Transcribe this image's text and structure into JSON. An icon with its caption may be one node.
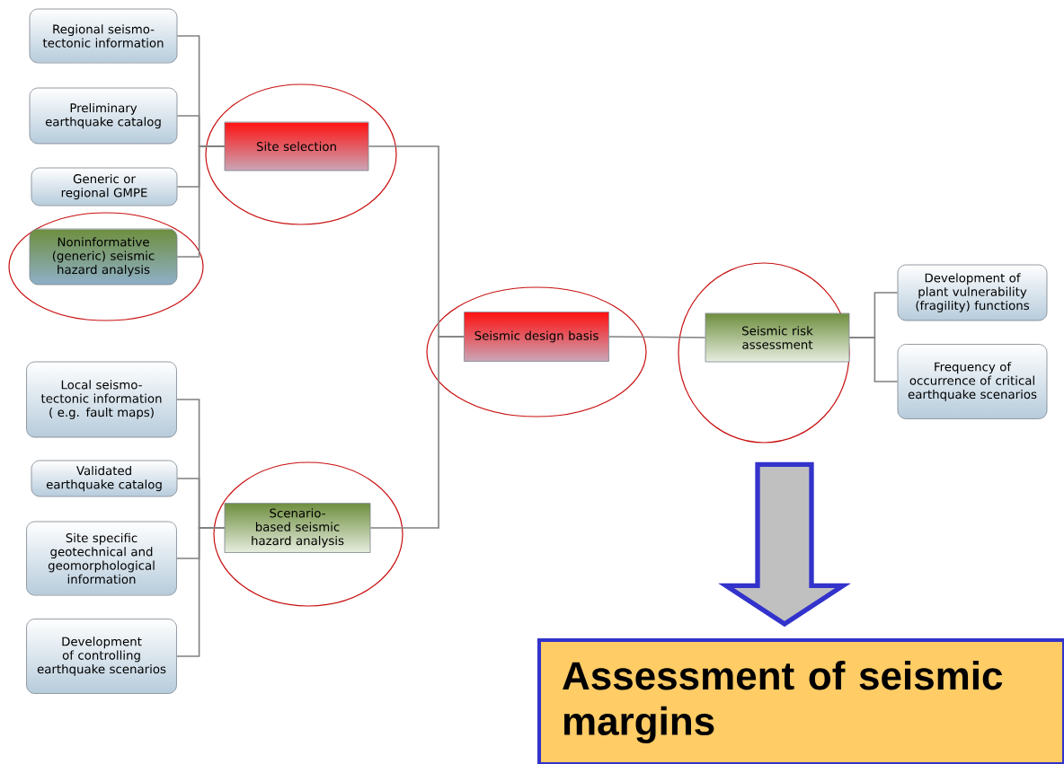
{
  "diagram": {
    "nodes": [
      {
        "text": [
          "Regional seismo-tectonic information"
        ]
      },
      {
        "text": [
          "Preliminary earthquake catalog"
        ]
      },
      {
        "text": [
          "Generic or regional GMPE"
        ]
      },
      {
        "text": [
          "Noninformative (generic) seismic hazard analysis"
        ]
      },
      {
        "text": [
          "Site selection"
        ]
      },
      {
        "text": [
          "Local seismo-tectonic information ( e.g. fault maps)"
        ]
      },
      {
        "text": [
          "Validated earthquake catalog"
        ]
      },
      {
        "text": [
          "Site specific geotechnical and geomorphological information"
        ]
      },
      {
        "text": [
          "Development of controlling earthquake scenarios"
        ]
      },
      {
        "text": [
          "Scenario-based seismic hazard analysis"
        ]
      },
      {
        "text": [
          "Seismic design basis"
        ]
      },
      {
        "text": [
          "Seismic risk assessment"
        ]
      },
      {
        "text": [
          "Development of plant vulnerability (fragility) functions"
        ]
      },
      {
        "text": [
          "Frequency of occurrence of critical earthquake scenarios"
        ]
      },
      {
        "text": [
          "Assessment of seismic margins"
        ]
      }
    ],
    "edges": [
      {
        "from": 0,
        "to": 4,
        "arrow": "none"
      },
      {
        "from": 1,
        "to": 4,
        "arrow": "none"
      },
      {
        "from": 2,
        "to": 4,
        "arrow": "none"
      },
      {
        "from": 3,
        "to": 4,
        "arrow": "none"
      },
      {
        "from": 5,
        "to": 9,
        "arrow": "none"
      },
      {
        "from": 6,
        "to": 9,
        "arrow": "none"
      },
      {
        "from": 7,
        "to": 9,
        "arrow": "none"
      },
      {
        "from": 8,
        "to": 9,
        "arrow": "none"
      },
      {
        "from": 4,
        "to": 10,
        "arrow": "none"
      },
      {
        "from": 9,
        "to": 10,
        "arrow": "none"
      },
      {
        "from": 10,
        "to": 11,
        "arrow": "none"
      },
      {
        "from": 11,
        "to": 12,
        "arrow": "none"
      },
      {
        "from": 11,
        "to": 13,
        "arrow": "none"
      },
      {
        "from": 11,
        "to": 14,
        "arrow": "to",
        "style": "thick",
        "color": "#3333cc"
      }
    ]
  }
}
